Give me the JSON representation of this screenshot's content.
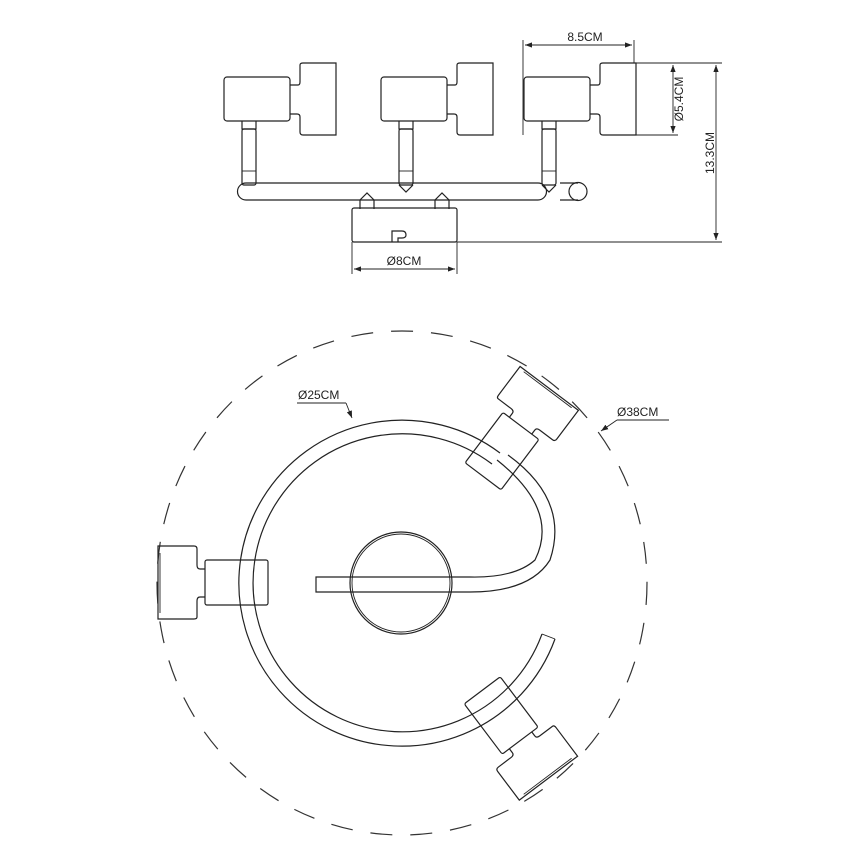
{
  "side_view": {
    "dim_width_head": "8.5CM",
    "dim_head_diameter": "Ø5.4CM",
    "dim_height": "13.3CM",
    "dim_canopy_diameter": "Ø8CM"
  },
  "top_view": {
    "dim_arm_diameter": "Ø25CM",
    "dim_overall_diameter": "Ø38CM"
  },
  "colors": {
    "line": "#222222",
    "background": "#ffffff"
  }
}
